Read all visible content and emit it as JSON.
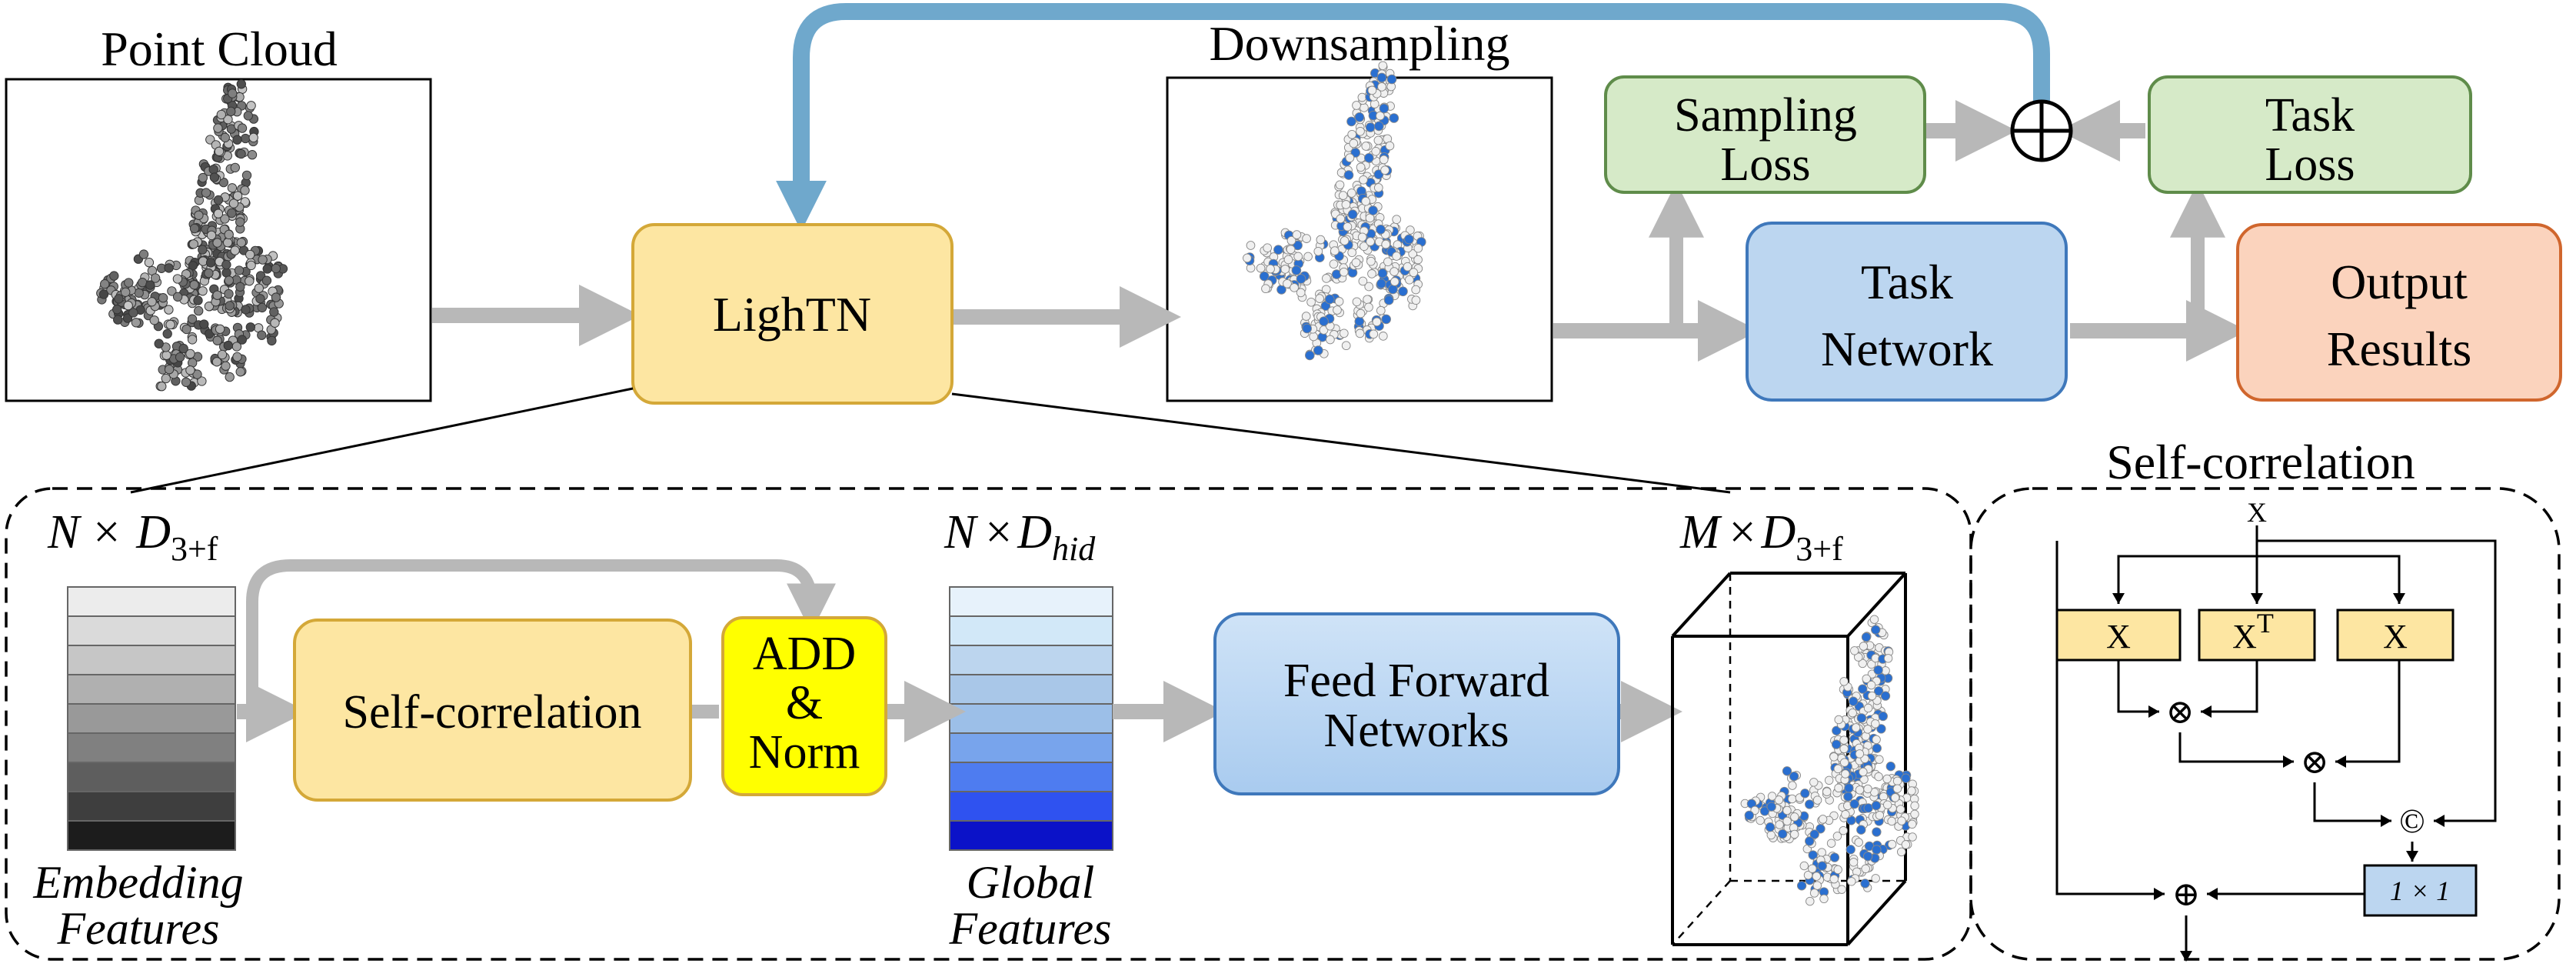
{
  "titles": {
    "point_cloud": "Point Cloud",
    "downsampling": "Downsampling",
    "self_correlation": "Self-correlation"
  },
  "boxes": {
    "lightn": "LighTN",
    "sampling_loss": [
      "Sampling",
      "Loss"
    ],
    "task_loss": [
      "Task",
      "Loss"
    ],
    "task_network": [
      "Task",
      "Network"
    ],
    "output_results": [
      "Output",
      "Results"
    ],
    "self_correlation": "Self-correlation",
    "add_norm": [
      "ADD",
      "&",
      "Norm"
    ],
    "feed_forward": [
      "Feed Forward",
      "Networks"
    ]
  },
  "math": {
    "embed_dim": {
      "a": "N",
      "op": "×",
      "b": "D",
      "sub": "3+f"
    },
    "global_dim": {
      "a": "N",
      "op": "×",
      "b": "D",
      "sub": "hid"
    },
    "output_dim": {
      "a": "M",
      "op": "×",
      "b": "D",
      "sub": "3+f"
    }
  },
  "captions": {
    "embedding": [
      "Embedding",
      "Features"
    ],
    "global": [
      "Global",
      "Features"
    ]
  },
  "self_corr_detail": {
    "input": "X",
    "x_left": "X",
    "x_transpose": "X",
    "transpose_sup": "T",
    "x_right": "X",
    "conv": "1 × 1",
    "multiply": "⊗",
    "concat": "©",
    "add": "⊕"
  },
  "symbols": {
    "sum": "⊕"
  },
  "colors": {
    "yellow_fill": "#fde6a2",
    "yellow_stroke": "#d4a838",
    "green_fill": "#d6eac8",
    "green_stroke": "#5f8c4a",
    "blue_fill": "#bcd6f0",
    "blue_stroke": "#3f78bb",
    "orange_fill": "#fbd3bd",
    "orange_stroke": "#d0662d",
    "bright_yellow": "#ffff00",
    "feedback_blue": "#6fa8cc",
    "arrow_gray": "#b8b8b8",
    "point_blue": "#2a6fd0"
  }
}
